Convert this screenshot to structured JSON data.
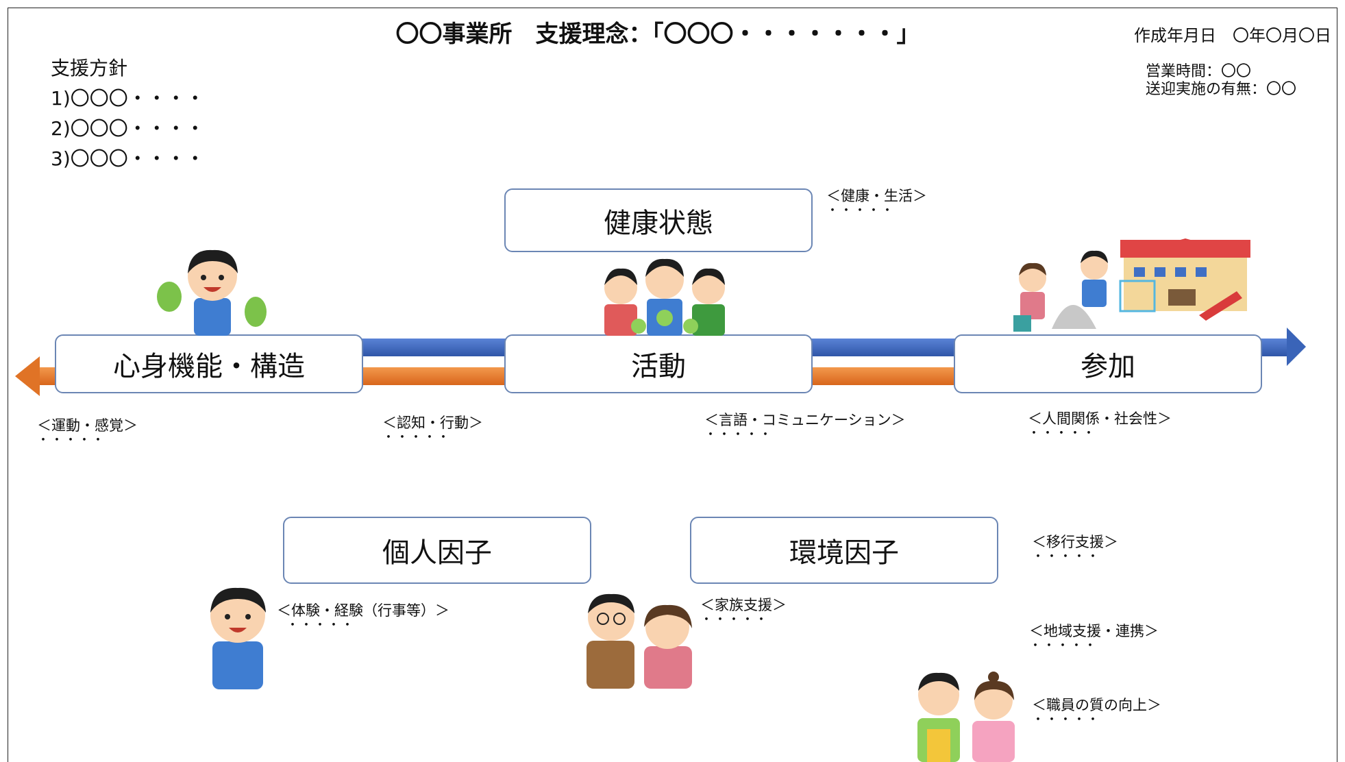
{
  "header": {
    "title": "〇〇事業所　支援理念：「〇〇〇・・・・・・・」",
    "created_date": "作成年月日　〇年〇月〇日",
    "business_hours": "営業時間：〇〇",
    "transport": "送迎実施の有無：〇〇"
  },
  "policy": {
    "heading": "支援方針",
    "items": [
      "1)〇〇〇・・・・",
      "2)〇〇〇・・・・",
      "3)〇〇〇・・・・"
    ]
  },
  "boxes": {
    "health": "健康状態",
    "body": "心身機能・構造",
    "activity": "活動",
    "participation": "参加",
    "personal": "個人因子",
    "environment": "環境因子"
  },
  "notes": {
    "health_life": "＜健康・生活＞",
    "motor": "＜運動・感覚＞",
    "cognition": "＜認知・行動＞",
    "language": "＜言語・コミュニケーション＞",
    "relations": "＜人間関係・社会性＞",
    "experience": "＜体験・経験（行事等）＞",
    "family": "＜家族支援＞",
    "transition": "＜移行支援＞",
    "community": "＜地域支援・連携＞",
    "staff": "＜職員の質の向上＞",
    "dots": "・・・・・"
  },
  "colors": {
    "blue_arrow": "#4a72c4",
    "orange_arrow": "#e87a2c",
    "box_border": "#6b86b4"
  },
  "illustrations": [
    "boy-with-leaves",
    "children-with-vegetables",
    "kids-playing-sandbox-school",
    "boy-smiling",
    "parents-couple",
    "staff-couple"
  ]
}
